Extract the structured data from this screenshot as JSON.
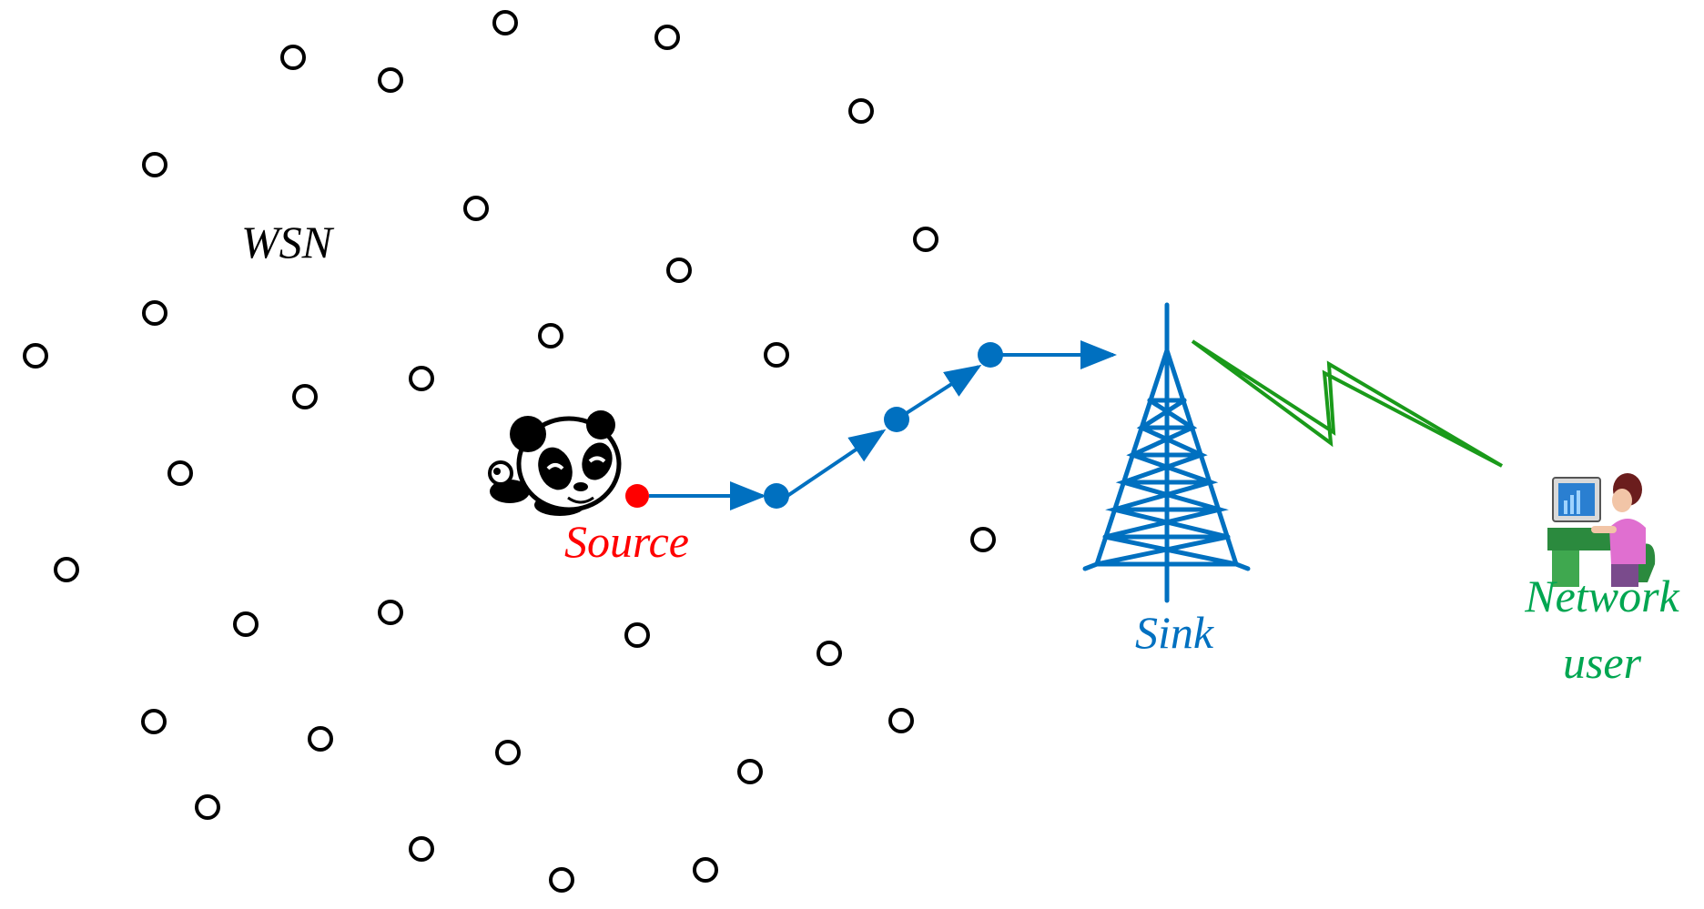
{
  "labels": {
    "network": "WSN",
    "source": "Source",
    "sink": "Sink",
    "user_line1": "Network",
    "user_line2": "user"
  },
  "colors": {
    "network_label": "#000000",
    "node_outline": "#000000",
    "source": "#ff0000",
    "route": "#0070c0",
    "sink": "#0070c0",
    "wireless_link": "#1a9a1a",
    "user_label": "#00a651"
  },
  "icons": {
    "source_animal": "panda-icon",
    "sink": "radio-tower-icon",
    "user": "computer-user-icon",
    "wireless": "lightning-link-icon"
  }
}
